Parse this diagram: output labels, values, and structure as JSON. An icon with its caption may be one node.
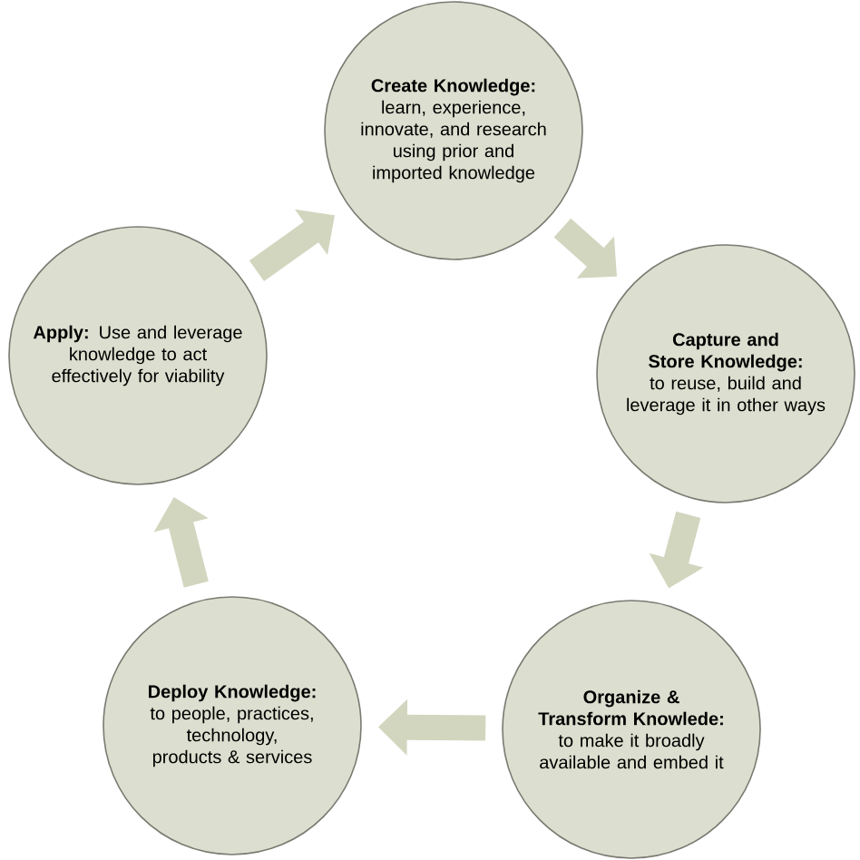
{
  "diagram": {
    "nodes": [
      {
        "text": [
          "Create Knowledge:",
          "learn, experience, innovate, and research using prior and imported knowledge"
        ]
      },
      {
        "text": [
          "Capture and Store Knowledge:",
          "to reuse, build and leverage it in other ways"
        ]
      },
      {
        "text": [
          "Organize & Transform Knowlede:",
          "to make it broadly available and embed it"
        ]
      },
      {
        "text": [
          "Deploy Knowledge:",
          "to people, practices, technology, products & services"
        ]
      },
      {
        "text": [
          "**Apply:** Use and leverage knowledge to act effectively for viability"
        ]
      }
    ],
    "edges": [
      {
        "from": 0,
        "to": 1,
        "arrow": "to"
      },
      {
        "from": 1,
        "to": 2,
        "arrow": "to"
      },
      {
        "from": 2,
        "to": 3,
        "arrow": "to"
      },
      {
        "from": 3,
        "to": 4,
        "arrow": "to"
      },
      {
        "from": 4,
        "to": 0,
        "arrow": "to"
      }
    ]
  }
}
